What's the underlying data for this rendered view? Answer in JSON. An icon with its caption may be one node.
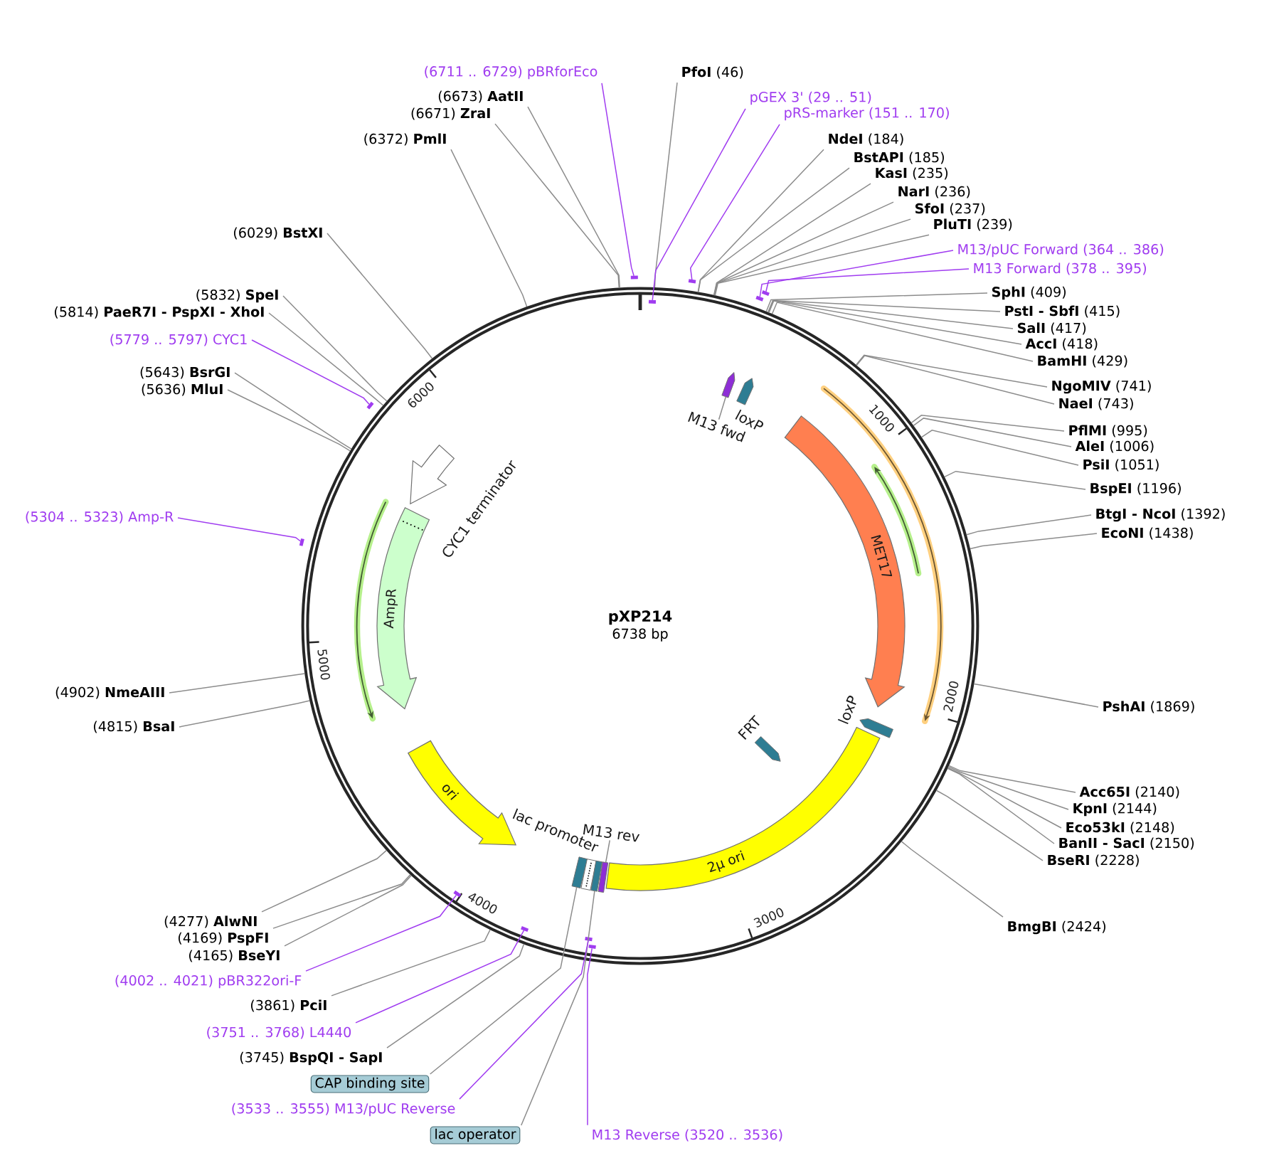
{
  "diagram": {
    "nodes": [
      {
        "text": [
          "pXP214",
          "6738 bp"
        ]
      },
      {
        "text": [
          "M13 fwd"
        ],
        "in": 0
      },
      {
        "text": [
          "loxP"
        ],
        "in": 0
      },
      {
        "text": [
          "MET17"
        ],
        "in": 0
      },
      {
        "text": [
          "loxP"
        ],
        "in": 0
      },
      {
        "text": [
          "FRT"
        ],
        "in": 0
      },
      {
        "text": [
          "2μ ori"
        ],
        "in": 0
      },
      {
        "text": [
          "M13 rev"
        ],
        "in": 0
      },
      {
        "text": [],
        "shape": "box",
        "in": 0
      },
      {
        "text": [
          "lac promoter"
        ],
        "in": 0
      },
      {
        "text": [],
        "shape": "box",
        "in": 0
      },
      {
        "text": [
          "ori"
        ],
        "in": 0
      },
      {
        "text": [
          "AmpR"
        ],
        "in": 0
      },
      {
        "text": [
          "CYC1 terminator"
        ],
        "in": 0
      },
      {
        "text": [],
        "shape": "box",
        "in": 0
      },
      {
        "text": [],
        "shape": "box",
        "in": 0
      },
      {
        "text": [],
        "shape": "bar"
      },
      {
        "text": [],
        "shape": "bar"
      },
      {
        "text": [],
        "shape": "bar",
        "in": 0
      },
      {
        "text": [],
        "shape": "bar",
        "in": 0
      },
      {
        "text": [],
        "shape": "bar",
        "in": 0
      },
      {
        "text": [],
        "shape": "bar",
        "in": 0
      },
      {
        "text": [],
        "shape": "bar"
      },
      {
        "text": [],
        "shape": "bar",
        "in": 0
      },
      {
        "text": [],
        "shape": "bar"
      },
      {
        "text": [],
        "shape": "bar"
      },
      {
        "text": [],
        "shape": "bar"
      },
      {
        "text": [
          "**PfoI** (46)"
        ]
      },
      {
        "text": [
          "pGEX 3' (29 .. 51)"
        ]
      },
      {
        "text": [
          "pRS-marker (151 .. 170)"
        ]
      },
      {
        "text": [
          "**NdeI** (184)"
        ]
      },
      {
        "text": [
          "**BstAPI** (185)"
        ]
      },
      {
        "text": [
          "**KasI** (235)"
        ]
      },
      {
        "text": [
          "**NarI** (236)"
        ]
      },
      {
        "text": [
          "**SfoI** (237)"
        ]
      },
      {
        "text": [
          "**PluTI** (239)"
        ]
      },
      {
        "text": [
          "M13/pUC Forward (364 .. 386)"
        ]
      },
      {
        "text": [
          "M13 Forward (378 .. 395)"
        ]
      },
      {
        "text": [
          "**SphI** (409)"
        ]
      },
      {
        "text": [
          "**PstI - SbfI** (415)"
        ]
      },
      {
        "text": [
          "**SalI** (417)"
        ]
      },
      {
        "text": [
          "**AccI** (418)"
        ]
      },
      {
        "text": [
          "**BamHI** (429)"
        ]
      },
      {
        "text": [
          "**NgoMIV** (741)"
        ]
      },
      {
        "text": [
          "**NaeI** (743)"
        ]
      },
      {
        "text": [
          "**PflMI** (995)"
        ]
      },
      {
        "text": [
          "**AleI** (1006)"
        ]
      },
      {
        "text": [
          "**PsiI** (1051)"
        ]
      },
      {
        "text": [
          "**BspEI** (1196)"
        ]
      },
      {
        "text": [
          "**BtgI - NcoI** (1392)"
        ]
      },
      {
        "text": [
          "**EcoNI** (1438)"
        ]
      },
      {
        "text": [
          "**PshAI** (1869)"
        ]
      },
      {
        "text": [
          "**Acc65I** (2140)"
        ]
      },
      {
        "text": [
          "**KpnI** (2144)"
        ]
      },
      {
        "text": [
          "**Eco53kI** (2148)"
        ]
      },
      {
        "text": [
          "**BanII - SacI** (2150)"
        ]
      },
      {
        "text": [
          "**BseRI** (2228)"
        ]
      },
      {
        "text": [
          "**BmgBI** (2424)"
        ]
      },
      {
        "text": [
          "M13 Reverse (3520 .. 3536)"
        ]
      },
      {
        "text": [
          "lac operator"
        ]
      },
      {
        "text": [
          "(3533 .. 3555) M13/pUC Reverse"
        ]
      },
      {
        "text": [
          "CAP binding site"
        ]
      },
      {
        "text": [
          "(3745) **BspQI - SapI**"
        ]
      },
      {
        "text": [
          "(3751 .. 3768) L4440"
        ]
      },
      {
        "text": [
          "(3861) **PciI**"
        ]
      },
      {
        "text": [
          "(4002 .. 4021) pBR322ori-F"
        ]
      },
      {
        "text": [
          "(4165) **BseYI**"
        ]
      },
      {
        "text": [
          "(4169) **PspFI**"
        ]
      },
      {
        "text": [
          "(4277) **AlwNI**"
        ]
      },
      {
        "text": [
          "(4815) **BsaI**"
        ]
      },
      {
        "text": [
          "(4902) **NmeAIII**"
        ]
      },
      {
        "text": [
          "(5304 .. 5323) Amp-R"
        ]
      },
      {
        "text": [
          "(5636) **MluI**"
        ]
      },
      {
        "text": [
          "(5643) **BsrGI**"
        ]
      },
      {
        "text": [
          "(5779 .. 5797) CYC1"
        ]
      },
      {
        "text": [
          "(5814) **PaeR7I - PspXI - XhoI**"
        ]
      },
      {
        "text": [
          "(5832) **SpeI**"
        ]
      },
      {
        "text": [
          "(6029) **BstXI**"
        ]
      },
      {
        "text": [
          "(6372) **PmlI**"
        ]
      },
      {
        "text": [
          "(6671) **ZraI**"
        ]
      },
      {
        "text": [
          "(6673) **AatII**"
        ]
      },
      {
        "text": [
          "(6711 .. 6729) pBRforEco"
        ]
      }
    ],
    "edges": [
      {
        "from": 1,
        "to": 15,
        "arrow": "none"
      },
      {
        "from": 7,
        "to": 14,
        "arrow": "none"
      },
      {
        "from": 27,
        "to": 0,
        "arrow": "none"
      },
      {
        "from": 28,
        "to": 23,
        "arrow": "none",
        "color": "#a03cf0"
      },
      {
        "from": 29,
        "to": 24,
        "arrow": "none",
        "color": "#a03cf0"
      },
      {
        "from": 30,
        "to": 0,
        "arrow": "none"
      },
      {
        "from": 31,
        "to": 0,
        "arrow": "none"
      },
      {
        "from": 32,
        "to": 0,
        "arrow": "none"
      },
      {
        "from": 33,
        "to": 0,
        "arrow": "none"
      },
      {
        "from": 34,
        "to": 0,
        "arrow": "none"
      },
      {
        "from": 35,
        "to": 0,
        "arrow": "none"
      },
      {
        "from": 36,
        "to": 25,
        "arrow": "none",
        "color": "#a03cf0"
      },
      {
        "from": 37,
        "to": 26,
        "arrow": "none",
        "color": "#a03cf0"
      },
      {
        "from": 38,
        "to": 0,
        "arrow": "none"
      },
      {
        "from": 39,
        "to": 0,
        "arrow": "none"
      },
      {
        "from": 40,
        "to": 0,
        "arrow": "none"
      },
      {
        "from": 41,
        "to": 0,
        "arrow": "none"
      },
      {
        "from": 42,
        "to": 0,
        "arrow": "none"
      },
      {
        "from": 43,
        "to": 0,
        "arrow": "none"
      },
      {
        "from": 44,
        "to": 0,
        "arrow": "none"
      },
      {
        "from": 45,
        "to": 0,
        "arrow": "none"
      },
      {
        "from": 46,
        "to": 0,
        "arrow": "none"
      },
      {
        "from": 47,
        "to": 0,
        "arrow": "none"
      },
      {
        "from": 48,
        "to": 0,
        "arrow": "none"
      },
      {
        "from": 49,
        "to": 0,
        "arrow": "none"
      },
      {
        "from": 50,
        "to": 0,
        "arrow": "none"
      },
      {
        "from": 51,
        "to": 0,
        "arrow": "none"
      },
      {
        "from": 52,
        "to": 0,
        "arrow": "none"
      },
      {
        "from": 53,
        "to": 0,
        "arrow": "none"
      },
      {
        "from": 54,
        "to": 0,
        "arrow": "none"
      },
      {
        "from": 55,
        "to": 0,
        "arrow": "none"
      },
      {
        "from": 56,
        "to": 0,
        "arrow": "none"
      },
      {
        "from": 57,
        "to": 0,
        "arrow": "none"
      },
      {
        "from": 58,
        "to": 21,
        "arrow": "none",
        "color": "#a03cf0"
      },
      {
        "from": 59,
        "to": 10,
        "arrow": "none"
      },
      {
        "from": 60,
        "to": 20,
        "arrow": "none",
        "color": "#a03cf0"
      },
      {
        "from": 61,
        "to": 8,
        "arrow": "none"
      },
      {
        "from": 62,
        "to": 0,
        "arrow": "none"
      },
      {
        "from": 63,
        "to": 19,
        "arrow": "none",
        "color": "#a03cf0"
      },
      {
        "from": 64,
        "to": 0,
        "arrow": "none"
      },
      {
        "from": 65,
        "to": 18,
        "arrow": "none",
        "color": "#a03cf0"
      },
      {
        "from": 66,
        "to": 0,
        "arrow": "none"
      },
      {
        "from": 67,
        "to": 0,
        "arrow": "none"
      },
      {
        "from": 68,
        "to": 0,
        "arrow": "none"
      },
      {
        "from": 69,
        "to": 0,
        "arrow": "none"
      },
      {
        "from": 70,
        "to": 0,
        "arrow": "none"
      },
      {
        "from": 71,
        "to": 16,
        "arrow": "none",
        "color": "#a03cf0"
      },
      {
        "from": 72,
        "to": 0,
        "arrow": "none"
      },
      {
        "from": 73,
        "to": 0,
        "arrow": "none"
      },
      {
        "from": 74,
        "to": 17,
        "arrow": "none",
        "color": "#a03cf0"
      },
      {
        "from": 75,
        "to": 0,
        "arrow": "none"
      },
      {
        "from": 76,
        "to": 0,
        "arrow": "none"
      },
      {
        "from": 77,
        "to": 0,
        "arrow": "none"
      },
      {
        "from": 78,
        "to": 0,
        "arrow": "none"
      },
      {
        "from": 79,
        "to": 0,
        "arrow": "none"
      },
      {
        "from": 80,
        "to": 0,
        "arrow": "none"
      },
      {
        "from": 81,
        "to": 22,
        "arrow": "none",
        "color": "#a03cf0"
      }
    ],
    "labels": [
      "1000",
      "2000",
      "3000",
      "4000",
      "5000",
      "6000"
    ]
  }
}
